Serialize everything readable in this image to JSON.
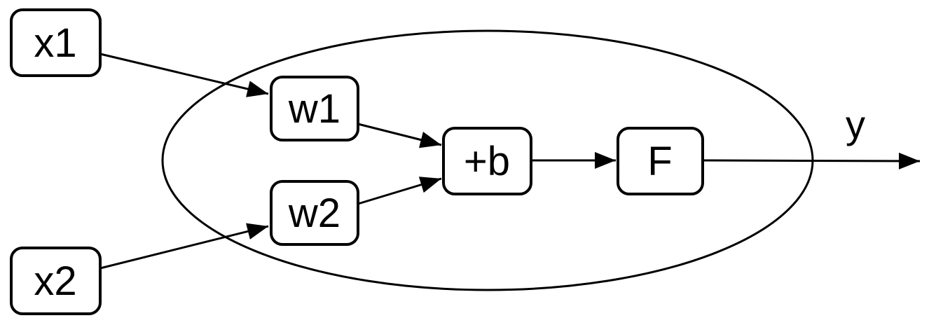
{
  "diagram": {
    "type": "neuron-model",
    "nodes": {
      "x1": {
        "label": "x1",
        "role": "input"
      },
      "x2": {
        "label": "x2",
        "role": "input"
      },
      "w1": {
        "label": "w1",
        "role": "weight"
      },
      "w2": {
        "label": "w2",
        "role": "weight"
      },
      "sum": {
        "label": "+b",
        "role": "bias-summation"
      },
      "activation": {
        "label": "F",
        "role": "activation-function"
      }
    },
    "output": {
      "label": "y"
    },
    "edges": [
      {
        "from": "x1",
        "to": "w1"
      },
      {
        "from": "x2",
        "to": "w2"
      },
      {
        "from": "w1",
        "to": "sum"
      },
      {
        "from": "w2",
        "to": "sum"
      },
      {
        "from": "sum",
        "to": "activation"
      },
      {
        "from": "activation",
        "to": "output-y"
      }
    ],
    "colors": {
      "stroke": "#000000",
      "node_fill": "#ffffff",
      "background": "#ffffff"
    }
  }
}
